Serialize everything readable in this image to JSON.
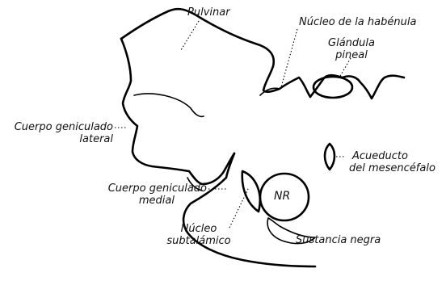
{
  "labels": {
    "pulvinar": "Pulvinar",
    "habenula": "Núcleo de la habénula",
    "pineal_line1": "Glándula",
    "pineal_line2": "pineal",
    "lgn_line1": "Cuerpo geniculado",
    "lgn_line2": "lateral",
    "acueducto_line1": "Acueducto",
    "acueducto_line2": "del mesencéfalo",
    "mgn_line1": "Cuerpo geniculado",
    "mgn_line2": "medial",
    "nr": "NR",
    "subtal_line1": "Núcleo",
    "subtal_line2": "subtalámico",
    "sustancia": "Sustancia negra"
  }
}
